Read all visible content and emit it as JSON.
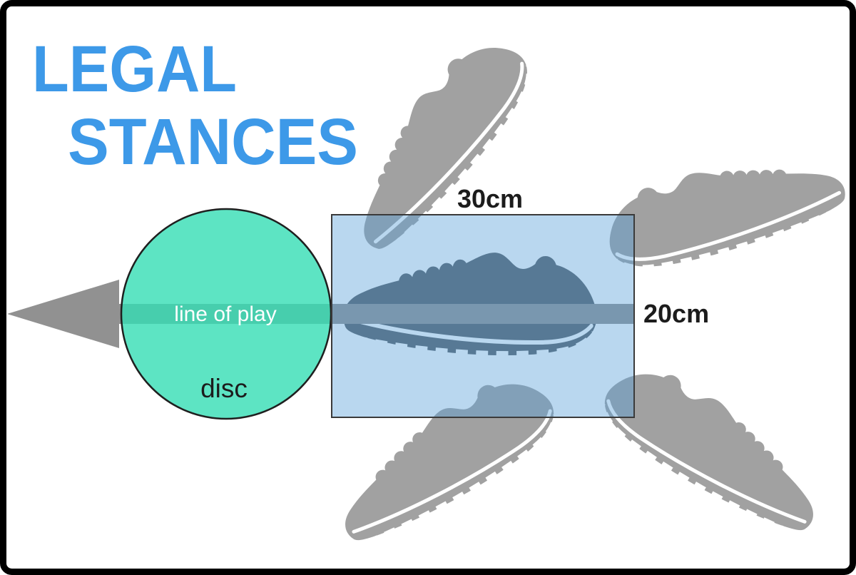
{
  "title": {
    "line1": "LEGAL",
    "line2": "STANCES"
  },
  "labels": {
    "box_width": "30cm",
    "box_height": "20cm",
    "line_of_play": "line of play",
    "disc": "disc"
  },
  "measurements": {
    "box_width_cm": 30,
    "box_height_cm": 20
  },
  "icons": [
    "shoe-top-icon",
    "shoe-top-right-icon",
    "shoe-center-icon",
    "shoe-bottom-left-icon",
    "shoe-bottom-right-icon",
    "line-of-play-arrow"
  ],
  "colors": {
    "title_blue": "#3d99e8",
    "disc_mint": "#34ddb4",
    "stance_box_blue": "#579fd9",
    "box_border": "#3a3a3a",
    "arrow_gray": "#919191",
    "shoe_gray": "#a1a1a1",
    "center_shoe_slate": "#565e64",
    "text_dark": "#1c1c1c",
    "line_of_play_text": "#ffffff",
    "border_black": "#000000"
  }
}
